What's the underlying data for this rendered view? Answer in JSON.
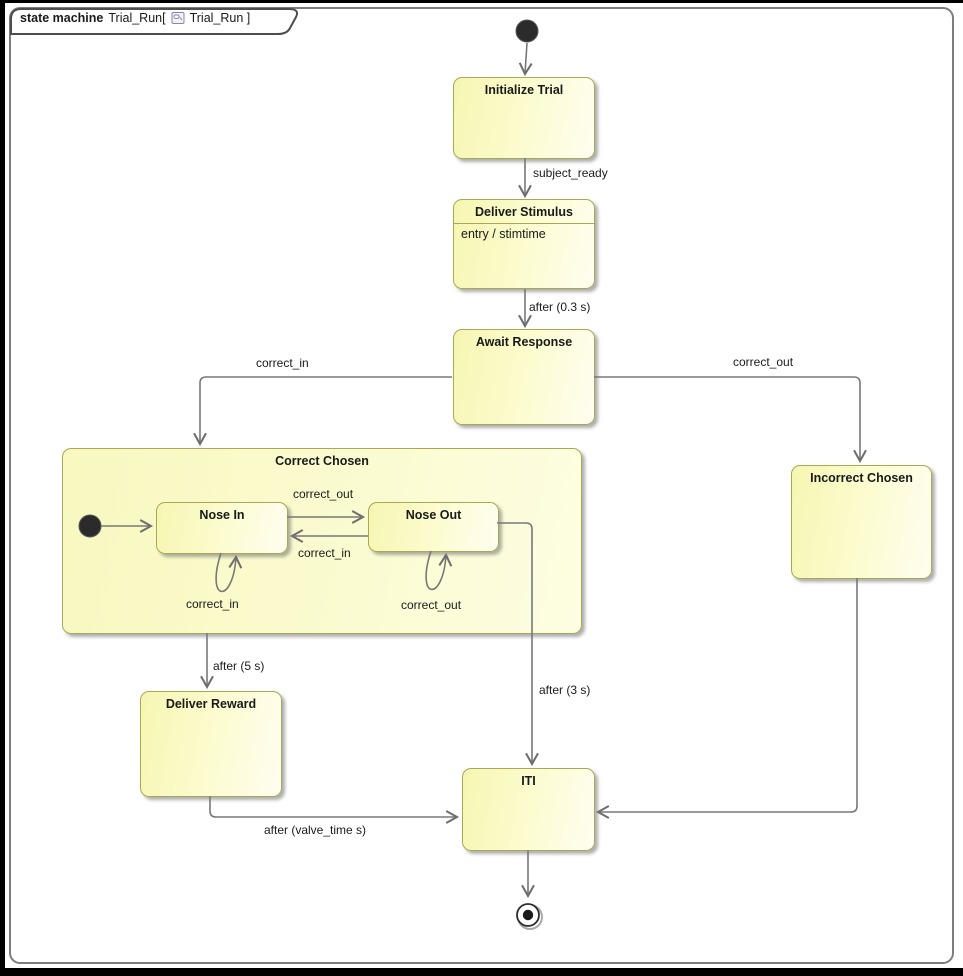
{
  "frame": {
    "keyword": "state machine",
    "context_name": "Trial_Run[",
    "diagram_name": "Trial_Run ]",
    "icon": "state-machine-diagram-icon"
  },
  "states": {
    "initialize_trial": {
      "name": "Initialize Trial"
    },
    "deliver_stimulus": {
      "name": "Deliver Stimulus",
      "entry_action": "entry / stimtime"
    },
    "await_response": {
      "name": "Await Response"
    },
    "correct_chosen": {
      "name": "Correct Chosen"
    },
    "nose_in": {
      "name": "Nose In"
    },
    "nose_out": {
      "name": "Nose Out"
    },
    "incorrect_chosen": {
      "name": "Incorrect Chosen"
    },
    "deliver_reward": {
      "name": "Deliver Reward"
    },
    "iti": {
      "name": "ITI"
    }
  },
  "pseudostates": {
    "initial_top": "initial",
    "initial_inner": "initial",
    "final_bottom": "final"
  },
  "transitions": {
    "subject_ready": "subject_ready",
    "after_03": "after (0.3 s)",
    "correct_in_left": "correct_in",
    "correct_out_right": "correct_out",
    "inner_correct_out": "correct_out",
    "inner_correct_in": "correct_in",
    "loop_correct_in": "correct_in",
    "loop_correct_out": "correct_out",
    "after_5": "after (5 s)",
    "after_3": "after (3 s)",
    "after_valve_time": "after (valve_time s)"
  },
  "colors": {
    "state_fill": "#fbfbd2",
    "state_border": "#a8a855",
    "line": "#787878",
    "frame_border": "#7d7d7d",
    "text": "#1a1a1a"
  }
}
